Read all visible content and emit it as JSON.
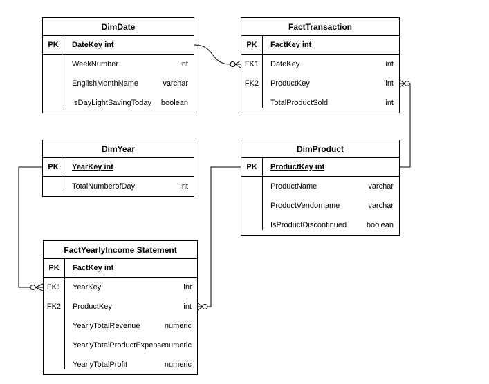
{
  "diagram": {
    "colors": {
      "line": "#000000",
      "background": "#ffffff",
      "text": "#000000"
    },
    "tables": {
      "dimDate": {
        "title": "DimDate",
        "rows": [
          {
            "key": "PK",
            "name": "DateKey int",
            "type": "",
            "pk": true
          },
          {
            "key": "",
            "name": "WeekNumber",
            "type": "int"
          },
          {
            "key": "",
            "name": "EnglishMonthName",
            "type": "varchar"
          },
          {
            "key": "",
            "name": "IsDayLightSavingToday",
            "type": "boolean"
          }
        ]
      },
      "factTransaction": {
        "title": "FactTransaction",
        "rows": [
          {
            "key": "PK",
            "name": "FactKey int",
            "type": "",
            "pk": true
          },
          {
            "key": "FK1",
            "name": "DateKey",
            "type": "int"
          },
          {
            "key": "FK2",
            "name": "ProductKey",
            "type": "int"
          },
          {
            "key": "",
            "name": "TotalProductSold",
            "type": "int"
          }
        ]
      },
      "dimYear": {
        "title": "DimYear",
        "rows": [
          {
            "key": "PK",
            "name": "YearKey int",
            "type": "",
            "pk": true
          },
          {
            "key": "",
            "name": "TotalNumberofDay",
            "type": "int"
          }
        ]
      },
      "dimProduct": {
        "title": "DimProduct",
        "rows": [
          {
            "key": "PK",
            "name": "ProductKey int",
            "type": "",
            "pk": true
          },
          {
            "key": "",
            "name": "ProductName",
            "type": "varchar"
          },
          {
            "key": "",
            "name": "ProductVendorname",
            "type": "varchar"
          },
          {
            "key": "",
            "name": "IsProductDiscontinued",
            "type": "boolean"
          }
        ]
      },
      "factYearlyIncomeStatement": {
        "title": "FactYearlyIncome Statement",
        "rows": [
          {
            "key": "PK",
            "name": "FactKey int",
            "type": "",
            "pk": true
          },
          {
            "key": "FK1",
            "name": "YearKey",
            "type": "int"
          },
          {
            "key": "FK2",
            "name": "ProductKey",
            "type": "int"
          },
          {
            "key": "",
            "name": "YearlyTotalRevenue",
            "type": "numeric"
          },
          {
            "key": "",
            "name": "YearlyTotalProductExpense",
            "type": "numeric"
          },
          {
            "key": "",
            "name": "YearlyTotalProfit",
            "type": "numeric"
          }
        ]
      }
    },
    "relationships": [
      {
        "from": "DimDate.DateKey",
        "to": "FactTransaction.DateKey",
        "from_cardinality": "one",
        "to_cardinality": "zero-or-many"
      },
      {
        "from": "DimProduct.ProductKey",
        "to": "FactTransaction.ProductKey",
        "from_cardinality": "one",
        "to_cardinality": "zero-or-many"
      },
      {
        "from": "DimYear.YearKey",
        "to": "FactYearlyIncomeStatement.YearKey",
        "from_cardinality": "one",
        "to_cardinality": "zero-or-many"
      },
      {
        "from": "DimProduct.ProductKey",
        "to": "FactYearlyIncomeStatement.ProductKey",
        "from_cardinality": "one",
        "to_cardinality": "zero-or-many"
      }
    ]
  }
}
